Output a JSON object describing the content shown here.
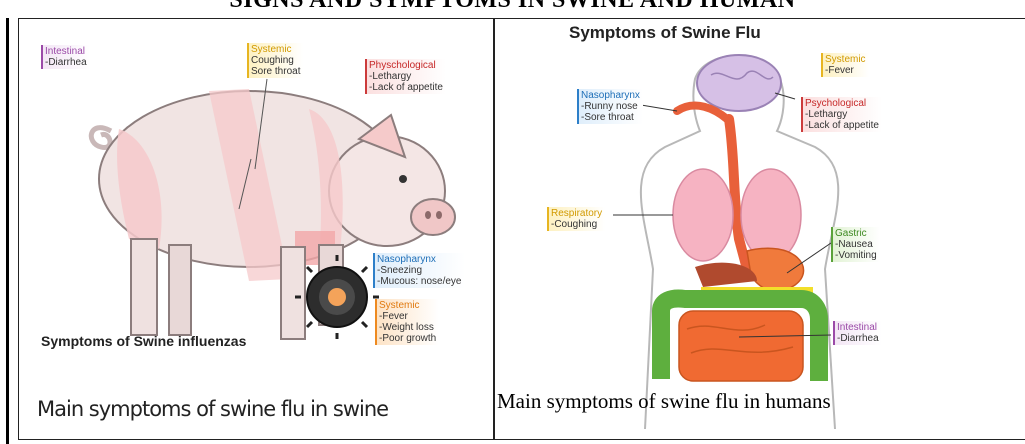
{
  "page": {
    "title": "SIGNS AND SYMPTOMS IN SWINE AND HUMAN"
  },
  "swine_panel": {
    "diagram_title": "Symptoms of Swine influenzas",
    "caption": "Main symptoms of swine flu in swine",
    "labels": [
      {
        "heading": "Intestinal",
        "items": [
          "-Diarrhea"
        ],
        "color": "#9b4aa8"
      },
      {
        "heading": "Systemic",
        "items": [
          "Coughing",
          "Sore throat"
        ],
        "color": "#e7b521"
      },
      {
        "heading": "Physchological",
        "items": [
          "-Lethargy",
          "-Lack of appetite"
        ],
        "color": "#cc3b3b"
      },
      {
        "heading": "Nasopharynx",
        "items": [
          "-Sneezing",
          "-Mucous: nose/eye"
        ],
        "color": "#2d7fc9"
      },
      {
        "heading": "Systemic",
        "items": [
          "-Fever",
          "-Weight loss",
          "-Poor growth"
        ],
        "color": "#ee8a20"
      }
    ]
  },
  "human_panel": {
    "diagram_title": "Symptoms of Swine Flu",
    "caption": "Main symptoms of swine flu in humans",
    "labels": [
      {
        "heading": "Systemic",
        "items": [
          "-Fever"
        ],
        "color": "#e7b521"
      },
      {
        "heading": "Nasopharynx",
        "items": [
          "-Runny nose",
          "-Sore throat"
        ],
        "color": "#2d7fc9"
      },
      {
        "heading": "Psychological",
        "items": [
          "-Lethargy",
          "-Lack of appetite"
        ],
        "color": "#cc3b3b"
      },
      {
        "heading": "Respiratory",
        "items": [
          "-Coughing"
        ],
        "color": "#e7b521"
      },
      {
        "heading": "Gastric",
        "items": [
          "-Nausea",
          "-Vomiting"
        ],
        "color": "#5aa23a"
      },
      {
        "heading": "Intestinal",
        "items": [
          "-Diarrhea"
        ],
        "color": "#9b4aa8"
      }
    ]
  }
}
